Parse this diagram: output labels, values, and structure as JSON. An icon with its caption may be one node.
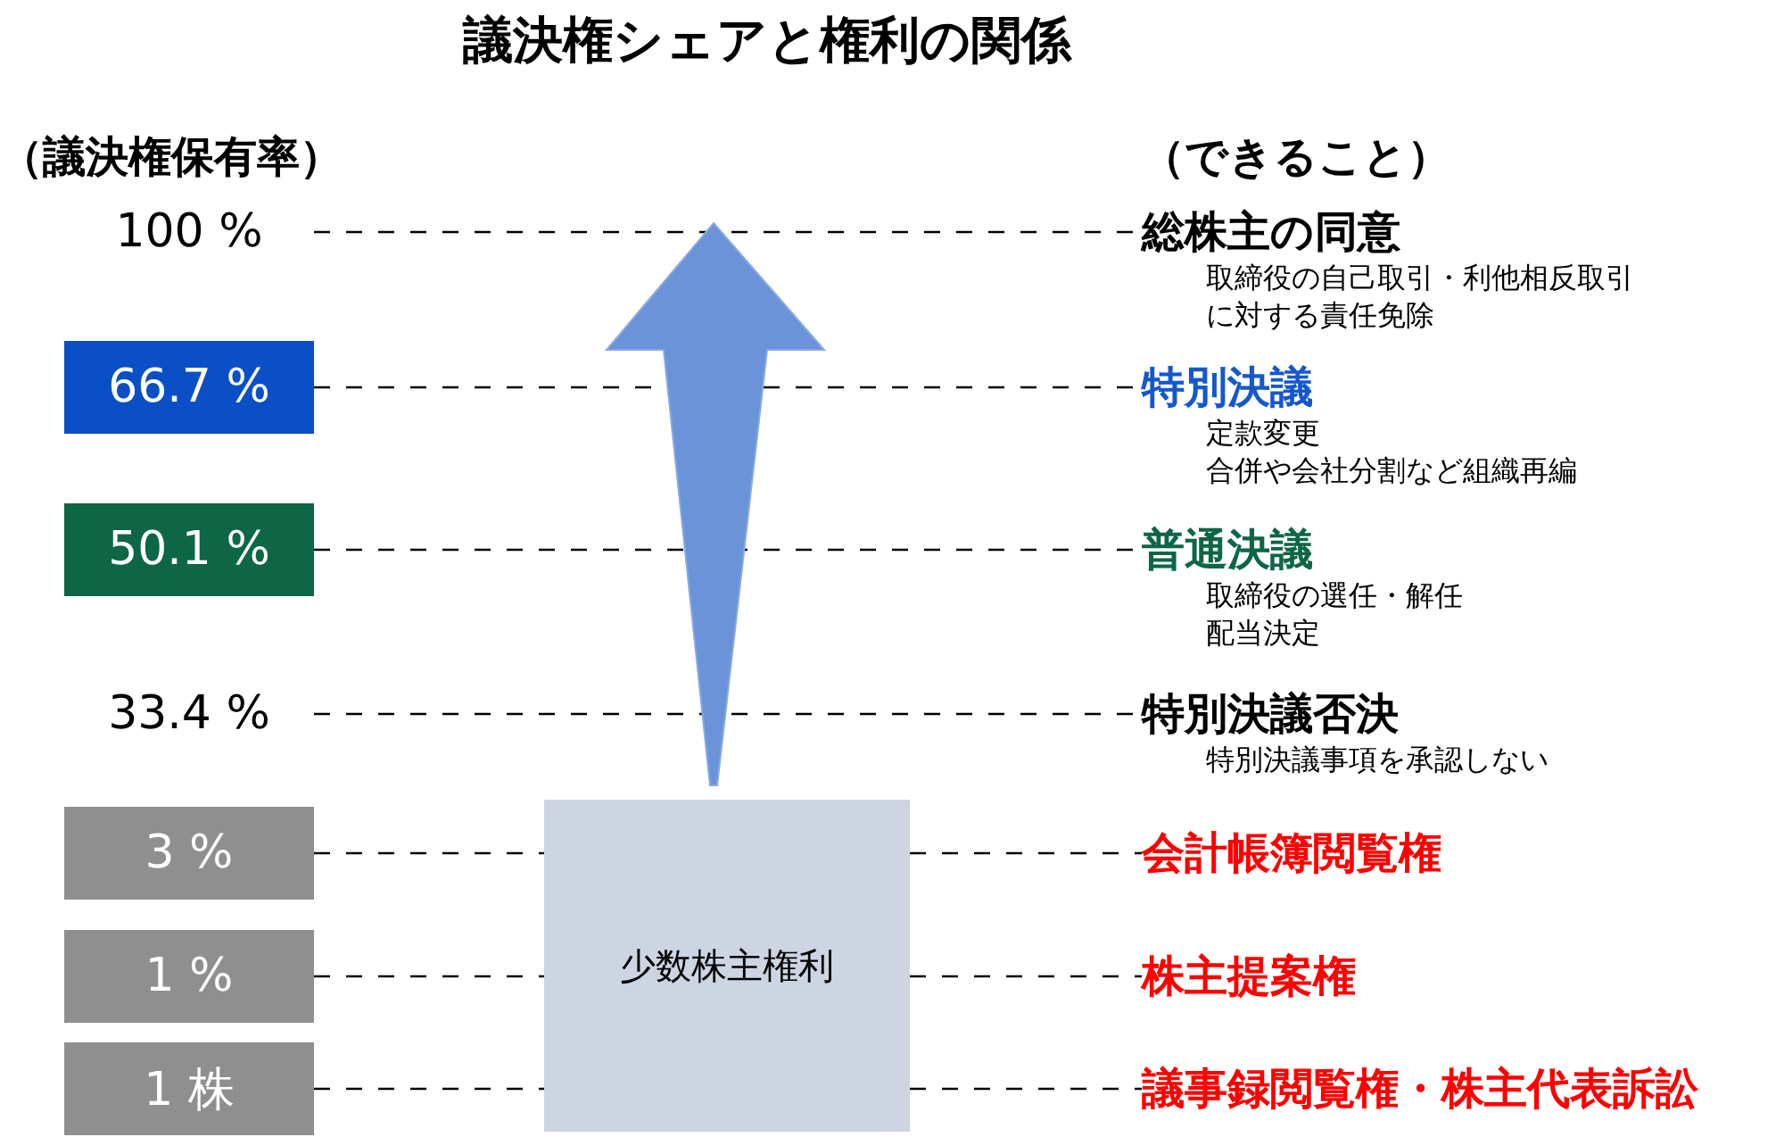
{
  "diagram": {
    "title": "議決権シェアと権利の関係",
    "nodes": [
      {
        "text": [
          "100 %"
        ]
      },
      {
        "text": [
          "総株主の同意",
          "取締役の自己取引・利他相反取引に対する責任免除"
        ]
      },
      {
        "text": [
          "66.7 %"
        ]
      },
      {
        "text": [
          "特別決議",
          "定款変更",
          "合併や会社分割など組織再編"
        ]
      },
      {
        "text": [
          "50.1 %"
        ]
      },
      {
        "text": [
          "普通決議",
          "取締役の選任・解任",
          "配当決定"
        ]
      },
      {
        "text": [
          "33.4 %"
        ]
      },
      {
        "text": [
          "特別決議否決",
          "特別決議事項を承認しない"
        ]
      },
      {
        "text": [
          "3 %"
        ]
      },
      {
        "text": [
          "少数株主権利"
        ]
      },
      {
        "text": [
          "会計帳簿閲覧権"
        ]
      },
      {
        "text": [
          "1 %"
        ]
      },
      {
        "text": [
          "株主提案権"
        ]
      },
      {
        "text": [
          "1 株"
        ]
      },
      {
        "text": [
          "議事録閲覧権・株主代表訴訟"
        ]
      }
    ],
    "edges": [
      {
        "from": 0,
        "to": 1,
        "arrow": "none",
        "style": "dashed"
      },
      {
        "from": 2,
        "to": 3,
        "arrow": "none",
        "style": "dashed"
      },
      {
        "from": 4,
        "to": 5,
        "arrow": "none",
        "style": "dashed"
      },
      {
        "from": 6,
        "to": 7,
        "arrow": "none",
        "style": "dashed"
      },
      {
        "from": 8,
        "to": 9,
        "arrow": "none",
        "style": "dashed"
      },
      {
        "from": 9,
        "to": 10,
        "arrow": "none",
        "style": "dashed"
      },
      {
        "from": 11,
        "to": 9,
        "arrow": "none",
        "style": "dashed"
      },
      {
        "from": 9,
        "to": 12,
        "arrow": "none",
        "style": "dashed"
      },
      {
        "from": 13,
        "to": 9,
        "arrow": "none",
        "style": "dashed"
      },
      {
        "from": 9,
        "to": 14,
        "arrow": "none",
        "style": "dashed"
      }
    ],
    "labels": [
      "（議決権保有率）",
      "（できること）"
    ]
  }
}
